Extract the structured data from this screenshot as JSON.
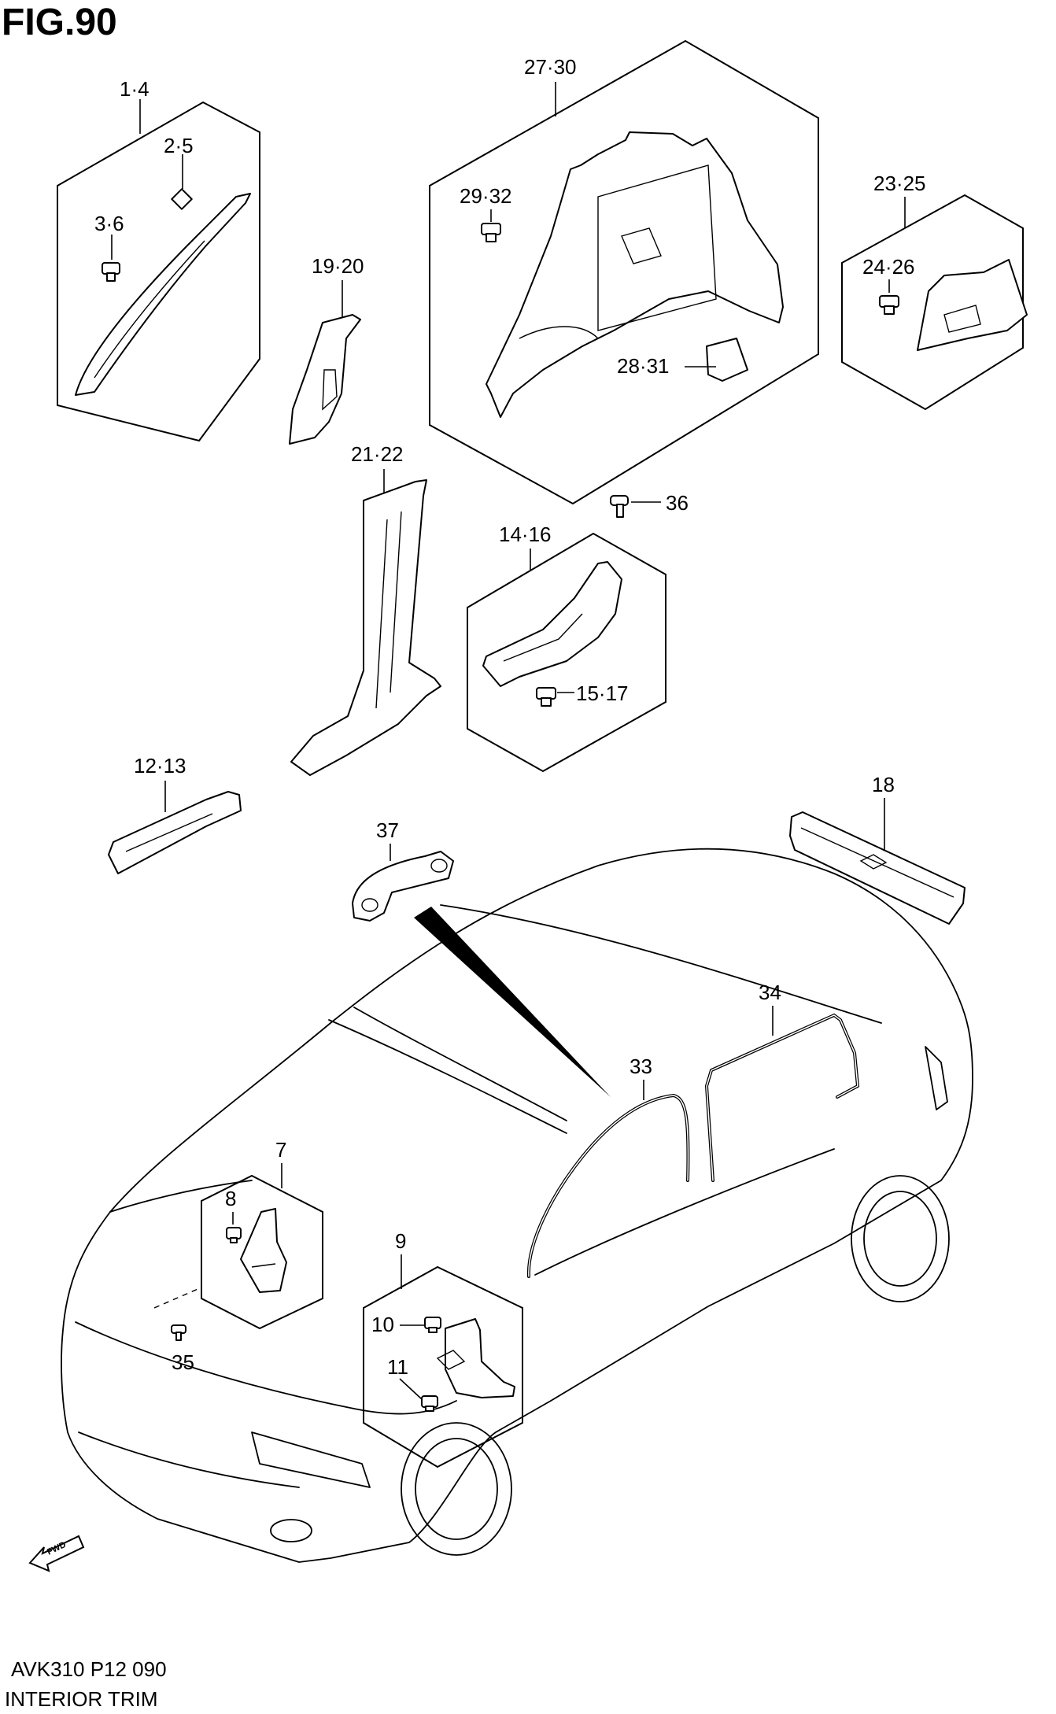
{
  "figure": {
    "title": "FIG.90",
    "code": "AVK310 P12 090",
    "name": "INTERIOR TRIM"
  },
  "callouts": [
    {
      "id": "c-1-4",
      "label": "1·4"
    },
    {
      "id": "c-2-5",
      "label": "2·5"
    },
    {
      "id": "c-3-6",
      "label": "3·6"
    },
    {
      "id": "c-19-20",
      "label": "19·20"
    },
    {
      "id": "c-27-30",
      "label": "27·30"
    },
    {
      "id": "c-29-32",
      "label": "29·32"
    },
    {
      "id": "c-28-31",
      "label": "28·31"
    },
    {
      "id": "c-23-25",
      "label": "23·25"
    },
    {
      "id": "c-24-26",
      "label": "24·26"
    },
    {
      "id": "c-21-22",
      "label": "21·22"
    },
    {
      "id": "c-36",
      "label": "36"
    },
    {
      "id": "c-14-16",
      "label": "14·16"
    },
    {
      "id": "c-15-17",
      "label": "15·17"
    },
    {
      "id": "c-12-13",
      "label": "12·13"
    },
    {
      "id": "c-18",
      "label": "18"
    },
    {
      "id": "c-37",
      "label": "37"
    },
    {
      "id": "c-34",
      "label": "34"
    },
    {
      "id": "c-33",
      "label": "33"
    },
    {
      "id": "c-7",
      "label": "7"
    },
    {
      "id": "c-8",
      "label": "8"
    },
    {
      "id": "c-9",
      "label": "9"
    },
    {
      "id": "c-10",
      "label": "10"
    },
    {
      "id": "c-11",
      "label": "11"
    },
    {
      "id": "c-35",
      "label": "35"
    }
  ],
  "icons": {
    "fwd_arrow": "front-direction-arrow-icon",
    "fwd_text": "FWD"
  }
}
